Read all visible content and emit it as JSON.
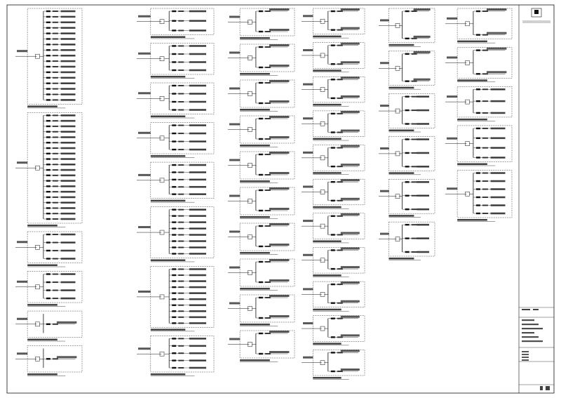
{
  "drawing": {
    "stroke_color": "#111111",
    "text_color": "#222222",
    "background": "#ffffff",
    "columns": [
      {
        "panels": [
          {
            "rows": 17,
            "style": "feeder"
          },
          {
            "rows": 20,
            "style": "feeder"
          },
          {
            "rows": 4,
            "style": "feeder"
          },
          {
            "rows": 4,
            "style": "feeder"
          },
          {
            "rows": 1,
            "style": "simple"
          },
          {
            "rows": 1,
            "style": "simple"
          }
        ]
      },
      {
        "panels": [
          {
            "rows": 3,
            "style": "small"
          },
          {
            "rows": 4,
            "style": "small"
          },
          {
            "rows": 4,
            "style": "small"
          },
          {
            "rows": 4,
            "style": "small"
          },
          {
            "rows": 5,
            "style": "small"
          },
          {
            "rows": 8,
            "style": "feeder"
          },
          {
            "rows": 10,
            "style": "feeder"
          },
          {
            "rows": 5,
            "style": "feeder"
          }
        ]
      },
      {
        "panels": [
          {
            "rows": 2,
            "style": "simple"
          },
          {
            "rows": 2,
            "style": "simple"
          },
          {
            "rows": 2,
            "style": "simple"
          },
          {
            "rows": 2,
            "style": "simple"
          },
          {
            "rows": 2,
            "style": "simple"
          },
          {
            "rows": 2,
            "style": "simple"
          },
          {
            "rows": 2,
            "style": "simple"
          },
          {
            "rows": 2,
            "style": "simple"
          },
          {
            "rows": 2,
            "style": "simple"
          },
          {
            "rows": 2,
            "style": "simple"
          }
        ]
      },
      {
        "panels": [
          {
            "rows": 2,
            "style": "simple"
          },
          {
            "rows": 2,
            "style": "simple"
          },
          {
            "rows": 2,
            "style": "simple"
          },
          {
            "rows": 2,
            "style": "simple"
          },
          {
            "rows": 2,
            "style": "simple"
          },
          {
            "rows": 2,
            "style": "simple"
          },
          {
            "rows": 2,
            "style": "simple"
          },
          {
            "rows": 2,
            "style": "simple"
          },
          {
            "rows": 2,
            "style": "simple"
          },
          {
            "rows": 2,
            "style": "simple"
          },
          {
            "rows": 2,
            "style": "simple"
          }
        ]
      },
      {
        "panels": [
          {
            "rows": 2,
            "style": "simple"
          },
          {
            "rows": 2,
            "style": "simple"
          },
          {
            "rows": 3,
            "style": "small"
          },
          {
            "rows": 3,
            "style": "small"
          },
          {
            "rows": 3,
            "style": "small"
          },
          {
            "rows": 3,
            "style": "small"
          }
        ]
      },
      {
        "panels": [
          {
            "rows": 2,
            "style": "simple"
          },
          {
            "rows": 2,
            "style": "simple"
          },
          {
            "rows": 3,
            "style": "small"
          },
          {
            "rows": 4,
            "style": "small"
          },
          {
            "rows": 6,
            "style": "feeder"
          }
        ]
      }
    ],
    "title_block": {
      "logo_icon": "company-logo-icon",
      "text_lines": 6
    }
  }
}
